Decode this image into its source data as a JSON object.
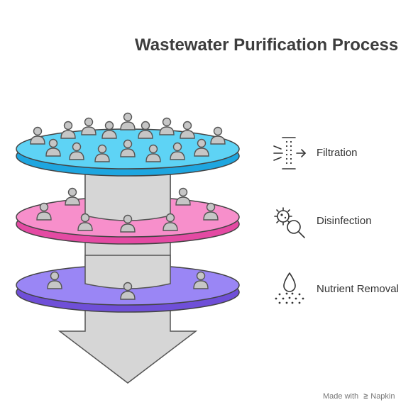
{
  "title": "Wastewater Purification Process",
  "stages": [
    {
      "label": "Filtration",
      "icon": "filter-icon",
      "color": "#3cc3ee"
    },
    {
      "label": "Disinfection",
      "icon": "microbe-magnifier-icon",
      "color": "#f26bb9"
    },
    {
      "label": "Nutrient Removal",
      "icon": "droplet-dots-icon",
      "color": "#8a6cf0"
    }
  ],
  "footer": {
    "made_with": "Made with",
    "brand": "Napkin"
  }
}
